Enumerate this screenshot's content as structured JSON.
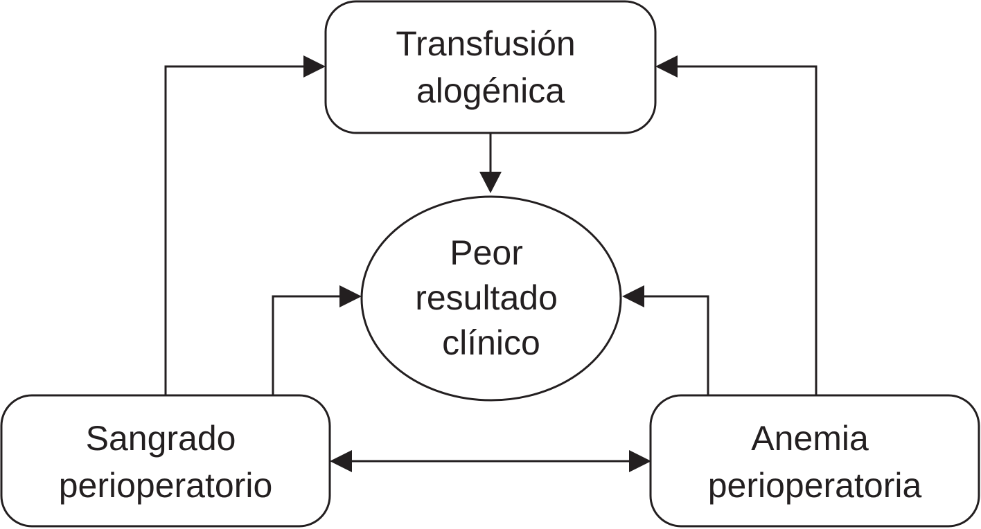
{
  "nodes": {
    "transfusion": {
      "lines": [
        "Transfusión",
        "alogénica"
      ]
    },
    "outcome": {
      "lines": [
        "Peor",
        "resultado",
        "clínico"
      ]
    },
    "bleeding": {
      "lines": [
        "Sangrado",
        "perioperatorio"
      ]
    },
    "anemia": {
      "lines": [
        "Anemia",
        "perioperatoria"
      ]
    }
  },
  "edges": [
    {
      "from": "transfusion",
      "to": "outcome",
      "direction": "forward"
    },
    {
      "from": "bleeding",
      "to": "transfusion",
      "direction": "forward"
    },
    {
      "from": "bleeding",
      "to": "outcome",
      "direction": "forward"
    },
    {
      "from": "anemia",
      "to": "transfusion",
      "direction": "forward"
    },
    {
      "from": "anemia",
      "to": "outcome",
      "direction": "forward"
    },
    {
      "from": "bleeding",
      "to": "anemia",
      "direction": "bidirectional"
    }
  ]
}
